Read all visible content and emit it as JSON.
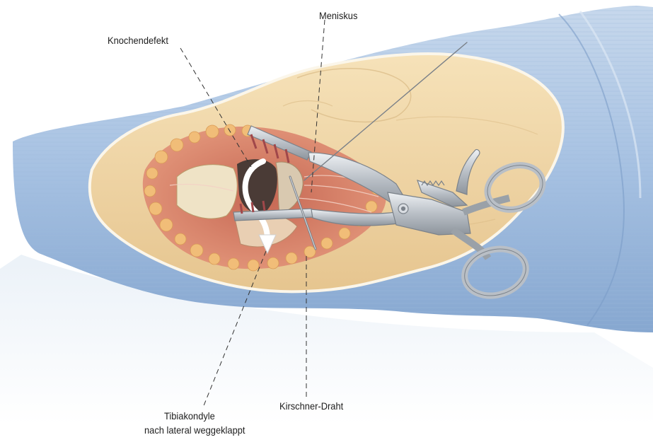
{
  "labels": {
    "knochendefekt": "Knochendefekt",
    "meniskus": "Meniskus",
    "kirschner": "Kirschner-Draht",
    "tibia_line1": "Tibiakondyle",
    "tibia_line2": "nach lateral weggeklappt"
  },
  "colors": {
    "drape": "#a9c4e3",
    "skin": "#f0d7a6",
    "wound": "#d7836d",
    "fat": "#f0b872",
    "bone": "#efe4c8",
    "instrument": "#c4c9cf",
    "leader": "#333333"
  }
}
